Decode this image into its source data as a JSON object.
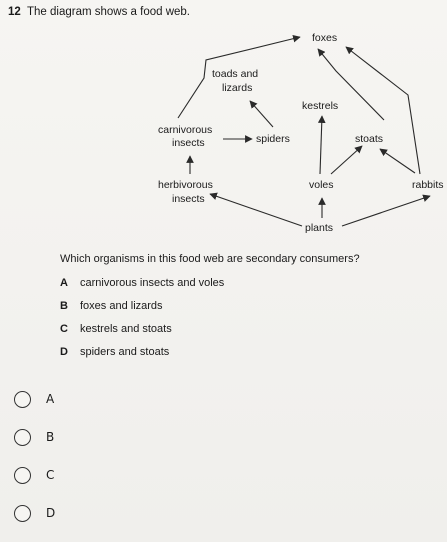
{
  "question": {
    "number": "12",
    "stem": "The diagram shows a food web.",
    "prompt": "Which organisms in this food web are secondary consumers?"
  },
  "food_web": {
    "nodes": {
      "foxes": "foxes",
      "toads_line1": "toads and",
      "toads_line2": "lizards",
      "kestrels": "kestrels",
      "carnivorous_line1": "carnivorous",
      "carnivorous_line2": "insects",
      "spiders": "spiders",
      "stoats": "stoats",
      "herbivorous_line1": "herbivorous",
      "herbivorous_line2": "insects",
      "voles": "voles",
      "rabbits": "rabbits",
      "plants": "plants"
    }
  },
  "options": [
    {
      "letter": "A",
      "text": "carnivorous insects and voles"
    },
    {
      "letter": "B",
      "text": "foxes and lizards"
    },
    {
      "letter": "C",
      "text": "kestrels and stoats"
    },
    {
      "letter": "D",
      "text": "spiders and stoats"
    }
  ],
  "answers": [
    {
      "label": "A"
    },
    {
      "label": "B"
    },
    {
      "label": "C"
    },
    {
      "label": "D"
    }
  ]
}
